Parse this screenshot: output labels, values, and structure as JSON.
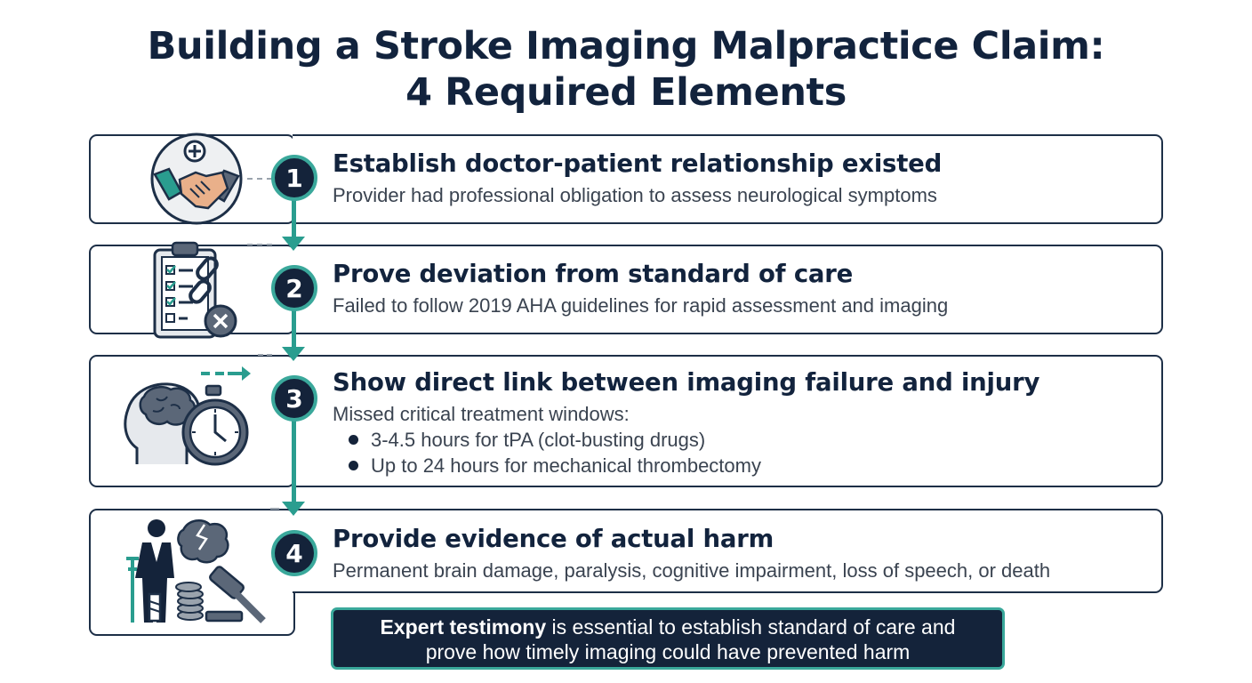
{
  "title": {
    "line1": "Building a Stroke Imaging Malpractice Claim:",
    "line2": "4 Required Elements"
  },
  "steps": [
    {
      "number": "1",
      "icon": "handshake-medical-icon",
      "title": "Establish doctor-patient relationship existed",
      "description": "Provider had professional obligation to assess neurological symptoms"
    },
    {
      "number": "2",
      "icon": "clipboard-broken-chain-icon",
      "title": "Prove deviation from standard of care",
      "description": "Failed to follow 2019 AHA guidelines for rapid assessment and imaging"
    },
    {
      "number": "3",
      "icon": "brain-stopwatch-icon",
      "title": "Show direct link between imaging failure and injury",
      "description": "Missed critical treatment windows:",
      "bullets": [
        "3-4.5 hours for tPA (clot-busting drugs)",
        "Up to 24 hours for mechanical thrombectomy"
      ]
    },
    {
      "number": "4",
      "icon": "injured-patient-gavel-icon",
      "title": "Provide evidence of actual harm",
      "description": "Permanent brain damage, paralysis, cognitive impairment, loss of speech, or death"
    }
  ],
  "callout": {
    "bold": "Expert testimony",
    "rest_line1": " is essential to establish standard of care and",
    "line2": "prove how timely imaging could have prevented harm"
  },
  "colors": {
    "navy": "#14233a",
    "teal": "#2a9d8f",
    "text": "#3a4350"
  }
}
